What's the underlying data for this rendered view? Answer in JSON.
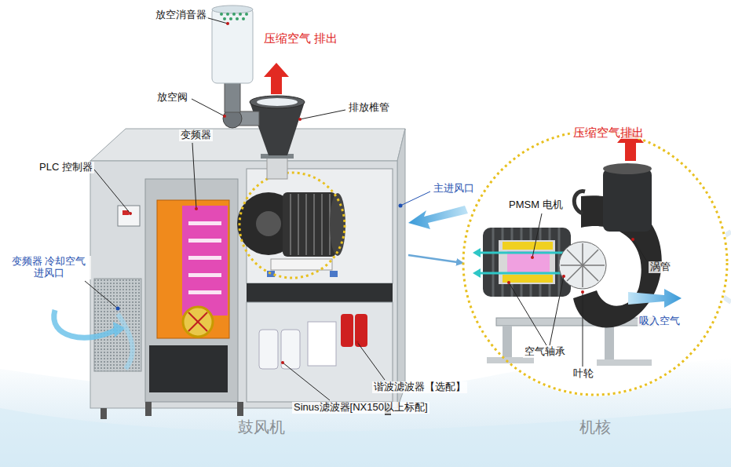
{
  "diagram": {
    "nodes": [
      {
        "text": [
          "鼓风机"
        ]
      },
      {
        "text": [
          "机核"
        ]
      }
    ],
    "edges": [
      {
        "from": 0,
        "to": 1,
        "arrow": "to"
      }
    ],
    "labels": [
      "放空消音器",
      "压缩空气 排出",
      "放空阀",
      "排放椎管",
      "变频器",
      "PLC 控制器",
      "主进风口",
      "变频器 冷却空气 进风口",
      "压缩空气排出",
      "PMSM 电机",
      "涡管",
      "吸入空气",
      "空气轴承",
      "叶轮",
      "谐波滤波器【选配】",
      "Sinus滤波器[NX150以上标配]"
    ]
  }
}
